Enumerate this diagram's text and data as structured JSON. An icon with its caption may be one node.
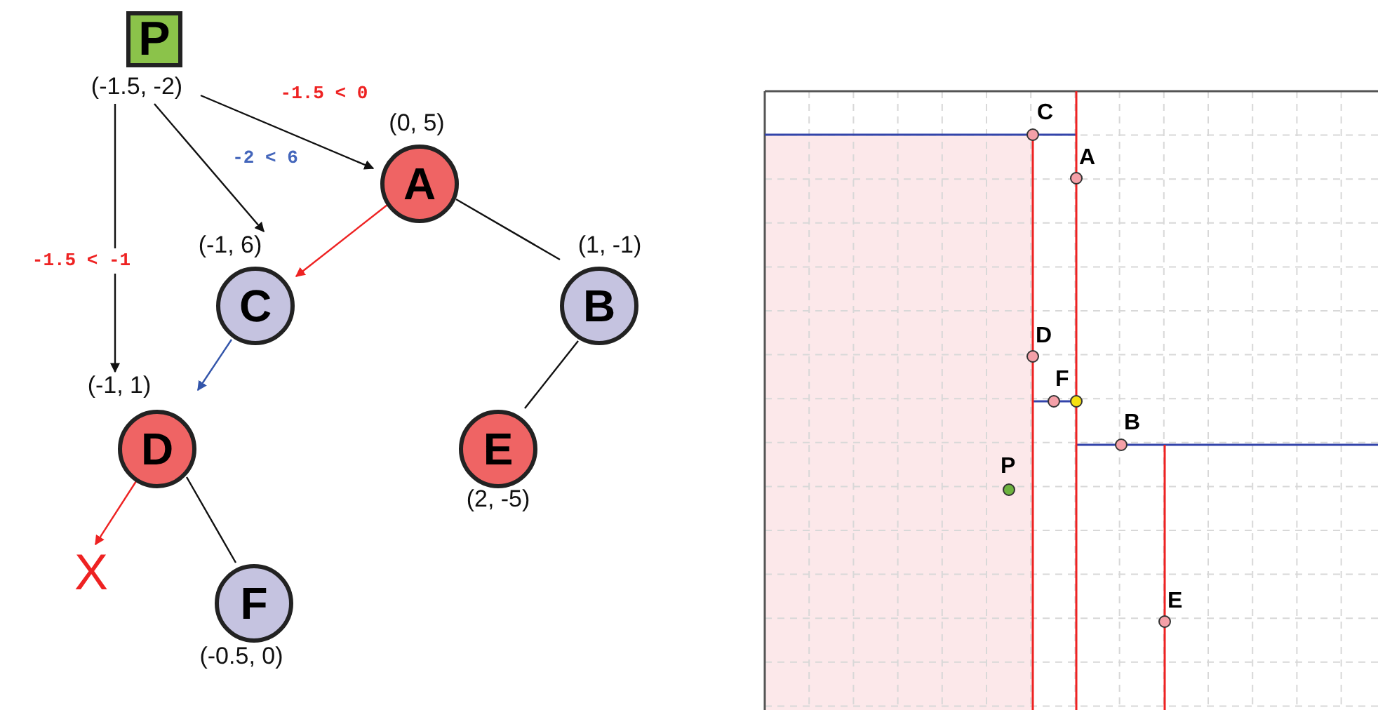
{
  "diagram": {
    "nodes": [
      {
        "text": [
          "P"
        ],
        "beside": [
          "(-1.5, -2)"
        ]
      },
      {
        "text": [
          "A"
        ],
        "beside": [
          "(0, 5)"
        ]
      },
      {
        "text": [
          "B"
        ],
        "beside": [
          "(1, -1)"
        ]
      },
      {
        "text": [
          "C"
        ],
        "beside": [
          "(-1, 6)"
        ]
      },
      {
        "text": [
          "D"
        ],
        "beside": [
          "(-1, 1)"
        ]
      },
      {
        "text": [
          "E"
        ],
        "beside": [
          "(2, -5)"
        ]
      },
      {
        "text": [
          "F"
        ],
        "beside": [
          "(-0.5, 0)"
        ]
      },
      {
        "text": [
          "X"
        ]
      }
    ],
    "edges": [
      {
        "from": 0,
        "to": 1,
        "arrow": "to",
        "label": "-1.5 < 0"
      },
      {
        "from": 0,
        "to": 3,
        "arrow": "to",
        "label": "-2 < 6"
      },
      {
        "from": 0,
        "to": 4,
        "arrow": "to",
        "label": "-1.5 < -1"
      },
      {
        "from": 1,
        "to": 3,
        "arrow": "to",
        "color": "#ee2222"
      },
      {
        "from": 1,
        "to": 2,
        "arrow": "none"
      },
      {
        "from": 3,
        "to": 4,
        "arrow": "to",
        "color": "#3355aa"
      },
      {
        "from": 2,
        "to": 5,
        "arrow": "none"
      },
      {
        "from": 4,
        "to": 7,
        "arrow": "to",
        "color": "#ee2222"
      },
      {
        "from": 4,
        "to": 6,
        "arrow": "none"
      }
    ],
    "labels": [
      "C",
      "A",
      "D",
      "F",
      "B",
      "P",
      "E"
    ]
  }
}
